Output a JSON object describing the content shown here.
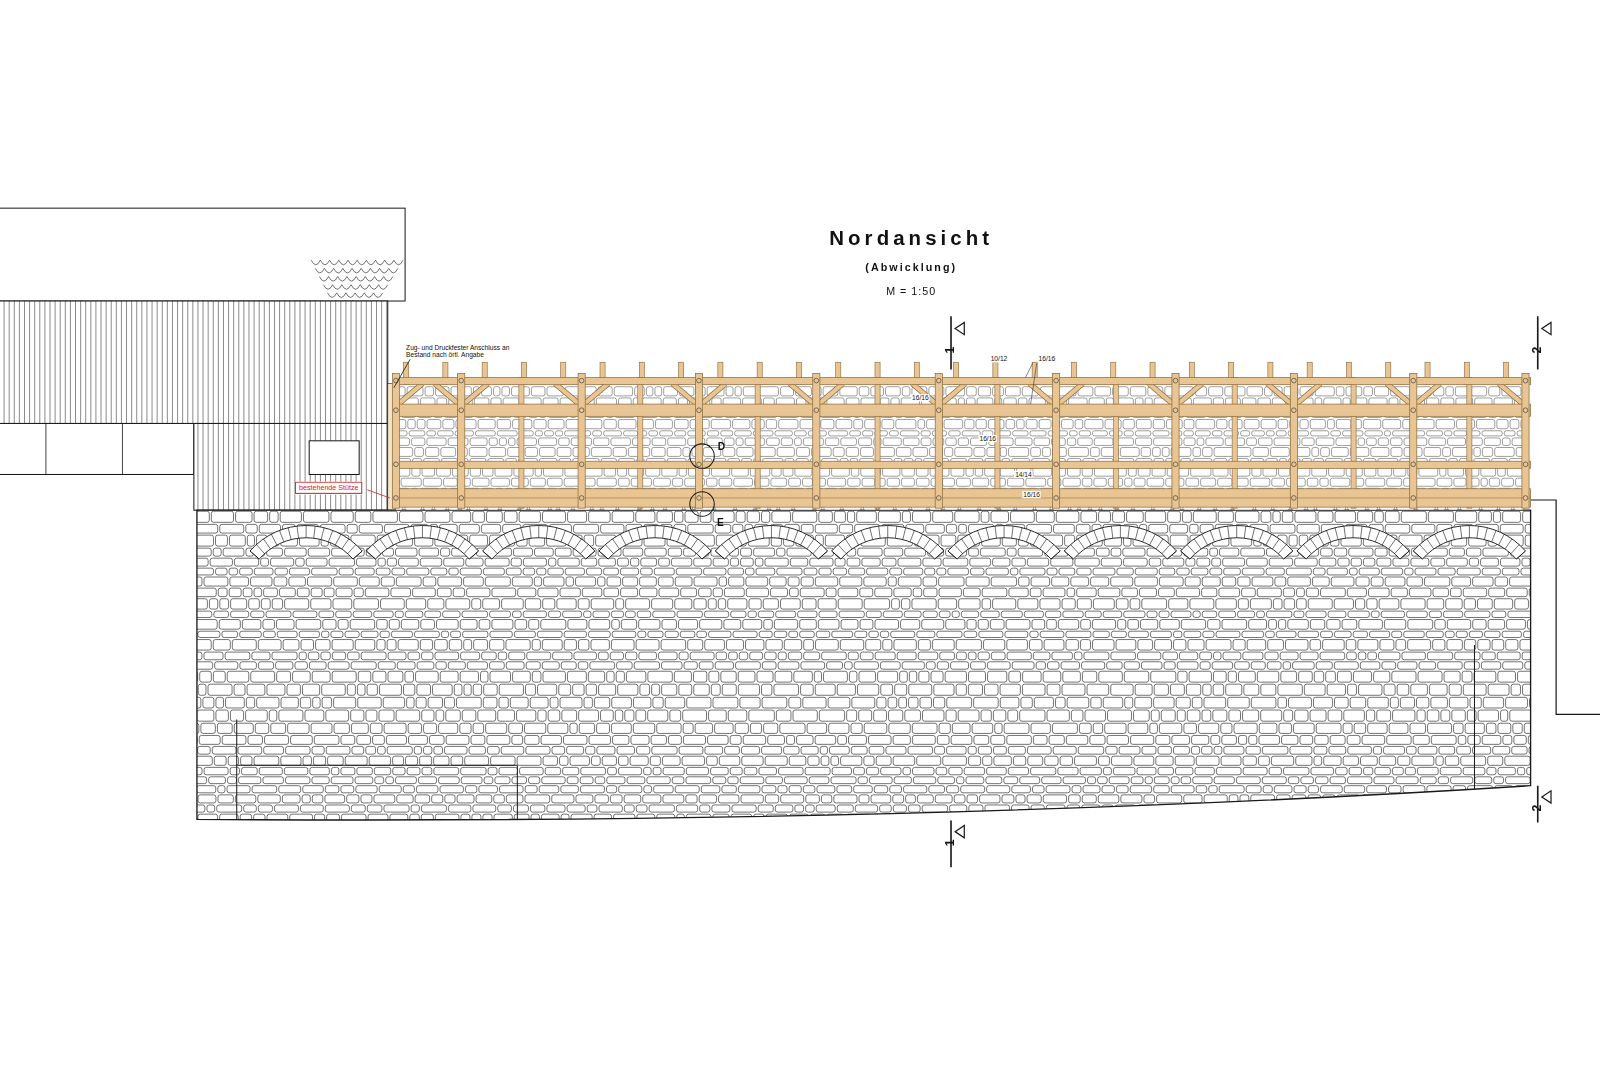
{
  "diagram": {
    "title": "Nordansicht",
    "nodes": [
      {
        "text": [
          "bestehende Stütze"
        ]
      }
    ],
    "labels": [
      "(Abwicklung)",
      "M = 1:50",
      "1",
      "2",
      "Zug- und Druckfester Anschluss an Bestand nach örtl. Angabe",
      "10/12",
      "16/16",
      "16/16",
      "16/16",
      "14/14",
      "16/16",
      "D",
      "E",
      "1",
      "2"
    ]
  }
}
